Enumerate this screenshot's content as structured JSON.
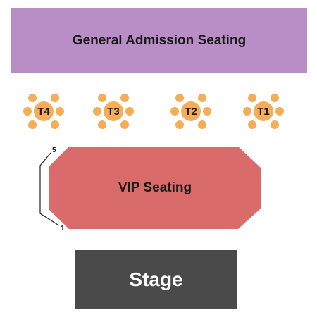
{
  "sections": {
    "general_admission": "General Admission Seating",
    "vip": "VIP Seating",
    "stage": "Stage"
  },
  "tables": [
    "T4",
    "T3",
    "T2",
    "T1"
  ],
  "vip_rows": {
    "first": "1",
    "last": "5"
  },
  "colors": {
    "general_admission": "#b98ec6",
    "table": "#f5ad58",
    "vip": "#d96b6b",
    "stage": "#4a4a4a"
  }
}
